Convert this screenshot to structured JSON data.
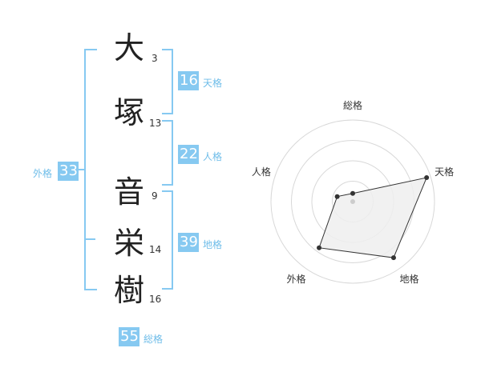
{
  "name": {
    "characters": [
      {
        "char": "大",
        "strokes": "3"
      },
      {
        "char": "塚",
        "strokes": "13"
      },
      {
        "char": "音",
        "strokes": "9"
      },
      {
        "char": "栄",
        "strokes": "14"
      },
      {
        "char": "樹",
        "strokes": "16"
      }
    ]
  },
  "kakusu": {
    "tenkaku": {
      "value": "16",
      "label": "天格"
    },
    "jinkaku": {
      "value": "22",
      "label": "人格"
    },
    "chikaku": {
      "value": "39",
      "label": "地格"
    },
    "gaikaku": {
      "value": "33",
      "label": "外格"
    },
    "soukaku": {
      "value": "55",
      "label": "総格"
    }
  },
  "colors": {
    "accent": "#86c9f1",
    "text": "#222222",
    "radar_fill": "#eeeeee"
  },
  "chart_data": {
    "type": "radar",
    "axes": [
      "総格",
      "天格",
      "地格",
      "外格",
      "人格"
    ],
    "values": [
      0.1,
      0.95,
      0.85,
      0.7,
      0.2
    ],
    "rings": 4
  }
}
